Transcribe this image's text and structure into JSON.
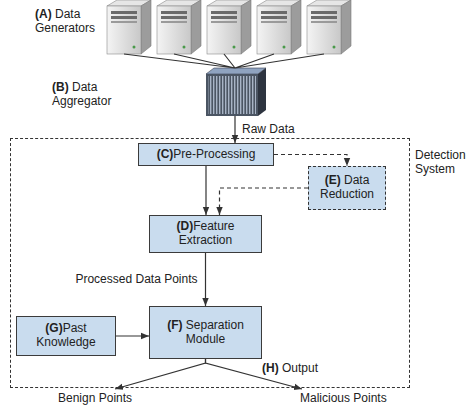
{
  "diagram": {
    "nodes": [
      {
        "text": [
          "(A) Data Generators"
        ]
      },
      {
        "text": [
          "(B) Data Aggregator"
        ]
      },
      {
        "text": [
          "Detection System"
        ]
      },
      {
        "text": [
          "(C)Pre-Processing"
        ],
        "in": 2
      },
      {
        "text": [
          "(E) Data Reduction"
        ],
        "in": 2
      },
      {
        "text": [
          "(D)Feature Extraction"
        ],
        "in": 2
      },
      {
        "text": [
          "(G)Past Knowledge"
        ],
        "in": 2
      },
      {
        "text": [
          "(F) Separation Module"
        ],
        "in": 2
      }
    ],
    "edges": [
      {
        "from": 0,
        "to": 1,
        "arrow": "none"
      },
      {
        "from": 1,
        "to": 3,
        "label": "Raw Data",
        "arrow": "to"
      },
      {
        "from": 3,
        "to": 4,
        "arrow": "to"
      },
      {
        "from": 4,
        "to": 5,
        "arrow": "to"
      },
      {
        "from": 3,
        "to": 5,
        "arrow": "to"
      },
      {
        "from": 5,
        "to": 7,
        "label": "Processed Data Points",
        "arrow": "to"
      },
      {
        "from": 6,
        "to": 7,
        "arrow": "to"
      }
    ],
    "labels": [
      "(H) Output",
      "Benign Points",
      "Malicious Points"
    ]
  }
}
